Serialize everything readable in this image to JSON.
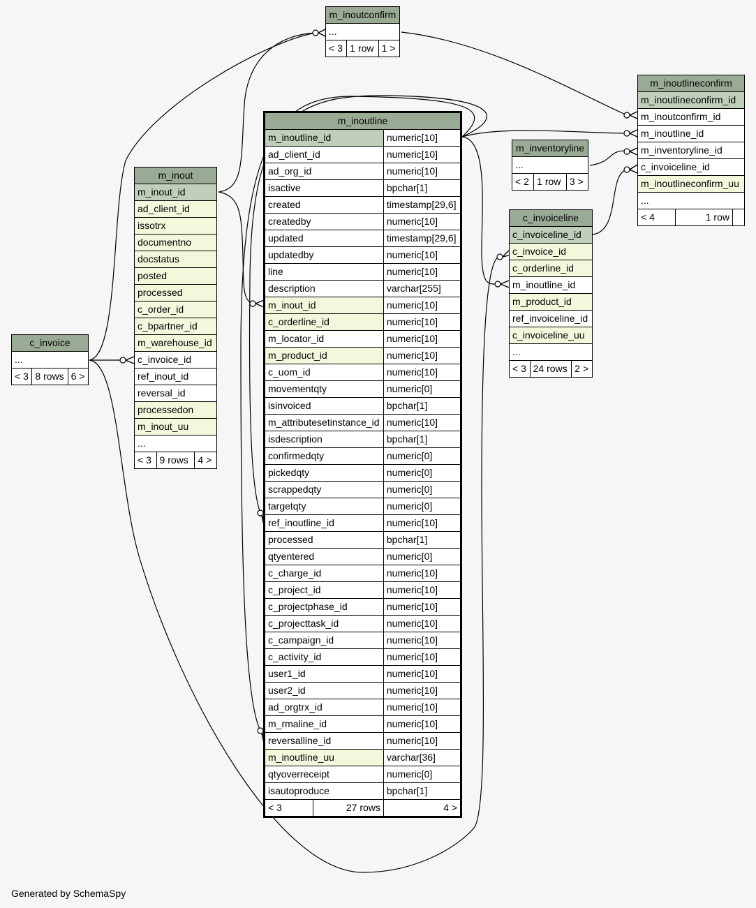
{
  "footer": "Generated by SchemaSpy",
  "tables": {
    "m_inoutconfirm": {
      "name": "m_inoutconfirm",
      "ellipsis": "...",
      "nav": [
        "< 3",
        "1 row",
        "1 >"
      ]
    },
    "m_inoutlineconfirm": {
      "name": "m_inoutlineconfirm",
      "rows": [
        {
          "name": "m_inoutlineconfirm_id",
          "kind": "pk"
        },
        {
          "name": "m_inoutconfirm_id",
          "kind": "plain"
        },
        {
          "name": "m_inoutline_id",
          "kind": "plain"
        },
        {
          "name": "m_inventoryline_id",
          "kind": "plain"
        },
        {
          "name": "c_invoiceline_id",
          "kind": "plain"
        },
        {
          "name": "m_inoutlineconfirm_uu",
          "kind": "fk"
        }
      ],
      "ellipsis": "...",
      "nav": [
        "< 4",
        "1 row",
        ""
      ]
    },
    "m_inventoryline": {
      "name": "m_inventoryline",
      "ellipsis": "...",
      "nav": [
        "< 2",
        "1 row",
        "3 >"
      ]
    },
    "c_invoiceline": {
      "name": "c_invoiceline",
      "rows": [
        {
          "name": "c_invoiceline_id",
          "kind": "pk"
        },
        {
          "name": "c_invoice_id",
          "kind": "fk"
        },
        {
          "name": "c_orderline_id",
          "kind": "fk"
        },
        {
          "name": "m_inoutline_id",
          "kind": "plain"
        },
        {
          "name": "m_product_id",
          "kind": "fk"
        },
        {
          "name": "ref_invoiceline_id",
          "kind": "plain"
        },
        {
          "name": "c_invoiceline_uu",
          "kind": "fk"
        }
      ],
      "ellipsis": "...",
      "nav": [
        "< 3",
        "24 rows",
        "2 >"
      ]
    },
    "c_invoice": {
      "name": "c_invoice",
      "ellipsis": "...",
      "nav": [
        "< 3",
        "8 rows",
        "6 >"
      ]
    },
    "m_inout": {
      "name": "m_inout",
      "rows": [
        {
          "name": "m_inout_id",
          "kind": "pk"
        },
        {
          "name": "ad_client_id",
          "kind": "fk"
        },
        {
          "name": "issotrx",
          "kind": "fk"
        },
        {
          "name": "documentno",
          "kind": "fk"
        },
        {
          "name": "docstatus",
          "kind": "fk"
        },
        {
          "name": "posted",
          "kind": "fk"
        },
        {
          "name": "processed",
          "kind": "fk"
        },
        {
          "name": "c_order_id",
          "kind": "fk"
        },
        {
          "name": "c_bpartner_id",
          "kind": "fk"
        },
        {
          "name": "m_warehouse_id",
          "kind": "fk"
        },
        {
          "name": "c_invoice_id",
          "kind": "plain"
        },
        {
          "name": "ref_inout_id",
          "kind": "plain"
        },
        {
          "name": "reversal_id",
          "kind": "plain"
        },
        {
          "name": "processedon",
          "kind": "fk"
        },
        {
          "name": "m_inout_uu",
          "kind": "fk"
        }
      ],
      "ellipsis": "...",
      "nav": [
        "< 3",
        "9 rows",
        "4 >"
      ]
    },
    "m_inoutline": {
      "name": "m_inoutline",
      "rows": [
        {
          "name": "m_inoutline_id",
          "type": "numeric[10]",
          "kind": "pk"
        },
        {
          "name": "ad_client_id",
          "type": "numeric[10]",
          "kind": "plain"
        },
        {
          "name": "ad_org_id",
          "type": "numeric[10]",
          "kind": "plain"
        },
        {
          "name": "isactive",
          "type": "bpchar[1]",
          "kind": "plain"
        },
        {
          "name": "created",
          "type": "timestamp[29,6]",
          "kind": "plain"
        },
        {
          "name": "createdby",
          "type": "numeric[10]",
          "kind": "plain"
        },
        {
          "name": "updated",
          "type": "timestamp[29,6]",
          "kind": "plain"
        },
        {
          "name": "updatedby",
          "type": "numeric[10]",
          "kind": "plain"
        },
        {
          "name": "line",
          "type": "numeric[10]",
          "kind": "plain"
        },
        {
          "name": "description",
          "type": "varchar[255]",
          "kind": "plain"
        },
        {
          "name": "m_inout_id",
          "type": "numeric[10]",
          "kind": "fk"
        },
        {
          "name": "c_orderline_id",
          "type": "numeric[10]",
          "kind": "fk"
        },
        {
          "name": "m_locator_id",
          "type": "numeric[10]",
          "kind": "plain"
        },
        {
          "name": "m_product_id",
          "type": "numeric[10]",
          "kind": "fk"
        },
        {
          "name": "c_uom_id",
          "type": "numeric[10]",
          "kind": "plain"
        },
        {
          "name": "movementqty",
          "type": "numeric[0]",
          "kind": "plain"
        },
        {
          "name": "isinvoiced",
          "type": "bpchar[1]",
          "kind": "plain"
        },
        {
          "name": "m_attributesetinstance_id",
          "type": "numeric[10]",
          "kind": "plain"
        },
        {
          "name": "isdescription",
          "type": "bpchar[1]",
          "kind": "plain"
        },
        {
          "name": "confirmedqty",
          "type": "numeric[0]",
          "kind": "plain"
        },
        {
          "name": "pickedqty",
          "type": "numeric[0]",
          "kind": "plain"
        },
        {
          "name": "scrappedqty",
          "type": "numeric[0]",
          "kind": "plain"
        },
        {
          "name": "targetqty",
          "type": "numeric[0]",
          "kind": "plain"
        },
        {
          "name": "ref_inoutline_id",
          "type": "numeric[10]",
          "kind": "plain"
        },
        {
          "name": "processed",
          "type": "bpchar[1]",
          "kind": "plain"
        },
        {
          "name": "qtyentered",
          "type": "numeric[0]",
          "kind": "plain"
        },
        {
          "name": "c_charge_id",
          "type": "numeric[10]",
          "kind": "plain"
        },
        {
          "name": "c_project_id",
          "type": "numeric[10]",
          "kind": "plain"
        },
        {
          "name": "c_projectphase_id",
          "type": "numeric[10]",
          "kind": "plain"
        },
        {
          "name": "c_projecttask_id",
          "type": "numeric[10]",
          "kind": "plain"
        },
        {
          "name": "c_campaign_id",
          "type": "numeric[10]",
          "kind": "plain"
        },
        {
          "name": "c_activity_id",
          "type": "numeric[10]",
          "kind": "plain"
        },
        {
          "name": "user1_id",
          "type": "numeric[10]",
          "kind": "plain"
        },
        {
          "name": "user2_id",
          "type": "numeric[10]",
          "kind": "plain"
        },
        {
          "name": "ad_orgtrx_id",
          "type": "numeric[10]",
          "kind": "plain"
        },
        {
          "name": "m_rmaline_id",
          "type": "numeric[10]",
          "kind": "plain"
        },
        {
          "name": "reversalline_id",
          "type": "numeric[10]",
          "kind": "plain"
        },
        {
          "name": "m_inoutline_uu",
          "type": "varchar[36]",
          "kind": "fk"
        },
        {
          "name": "qtyoverreceipt",
          "type": "numeric[0]",
          "kind": "plain"
        },
        {
          "name": "isautoproduce",
          "type": "bpchar[1]",
          "kind": "plain"
        }
      ],
      "nav": [
        "< 3",
        "27 rows",
        "4 >"
      ]
    }
  }
}
